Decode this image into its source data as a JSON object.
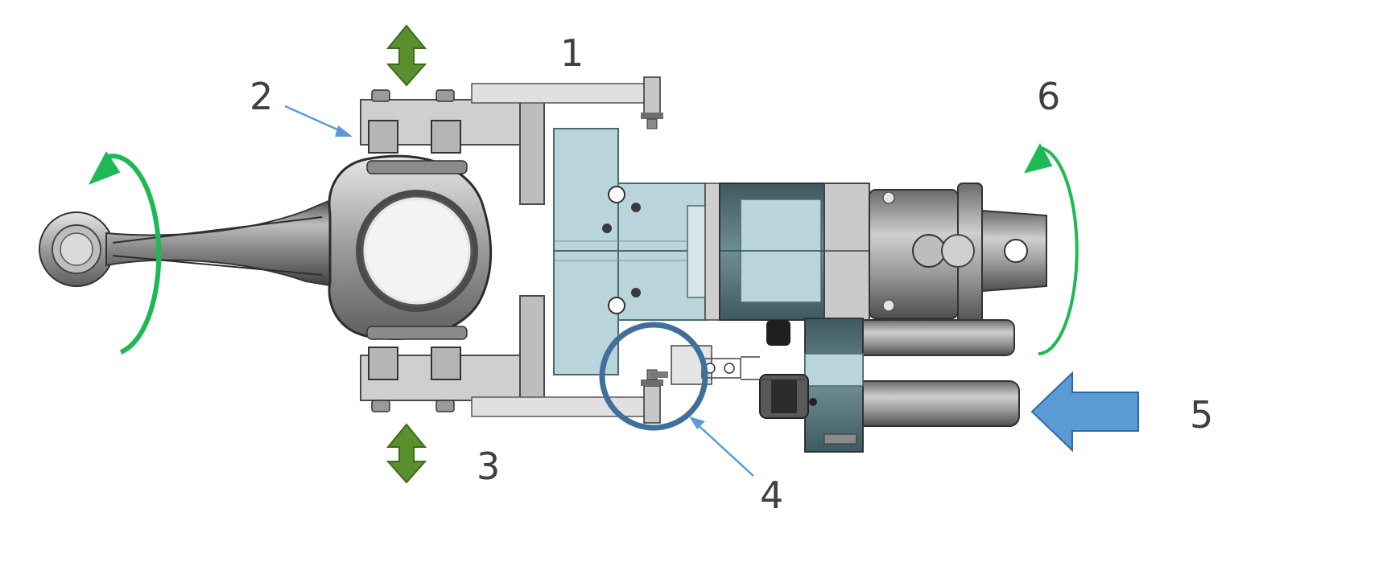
{
  "callouts": [
    {
      "label": "1"
    },
    {
      "label": "2"
    },
    {
      "label": "3"
    },
    {
      "label": "4"
    },
    {
      "label": "5"
    },
    {
      "label": "6"
    }
  ],
  "colors": {
    "rotation_arrow": "#1db954",
    "vertical_arrow": "#5a8f2e",
    "feed_arrow": "#5b9bd5",
    "leader_line": "#5b9bd5",
    "highlight_circle": "#3f6f9a",
    "metal_light": "#c9c9c9",
    "metal_mid": "#9a9a9a",
    "metal_dark": "#5a5a5a",
    "housing_blue": "#b9d4da",
    "housing_dark": "#4f6a70"
  },
  "icons": {
    "rotation_left": "rotate-arrow-icon",
    "rotation_right": "rotate-arrow-icon",
    "vertical_top": "double-vertical-arrow-icon",
    "vertical_bottom": "double-vertical-arrow-icon",
    "feed": "left-arrow-icon"
  }
}
